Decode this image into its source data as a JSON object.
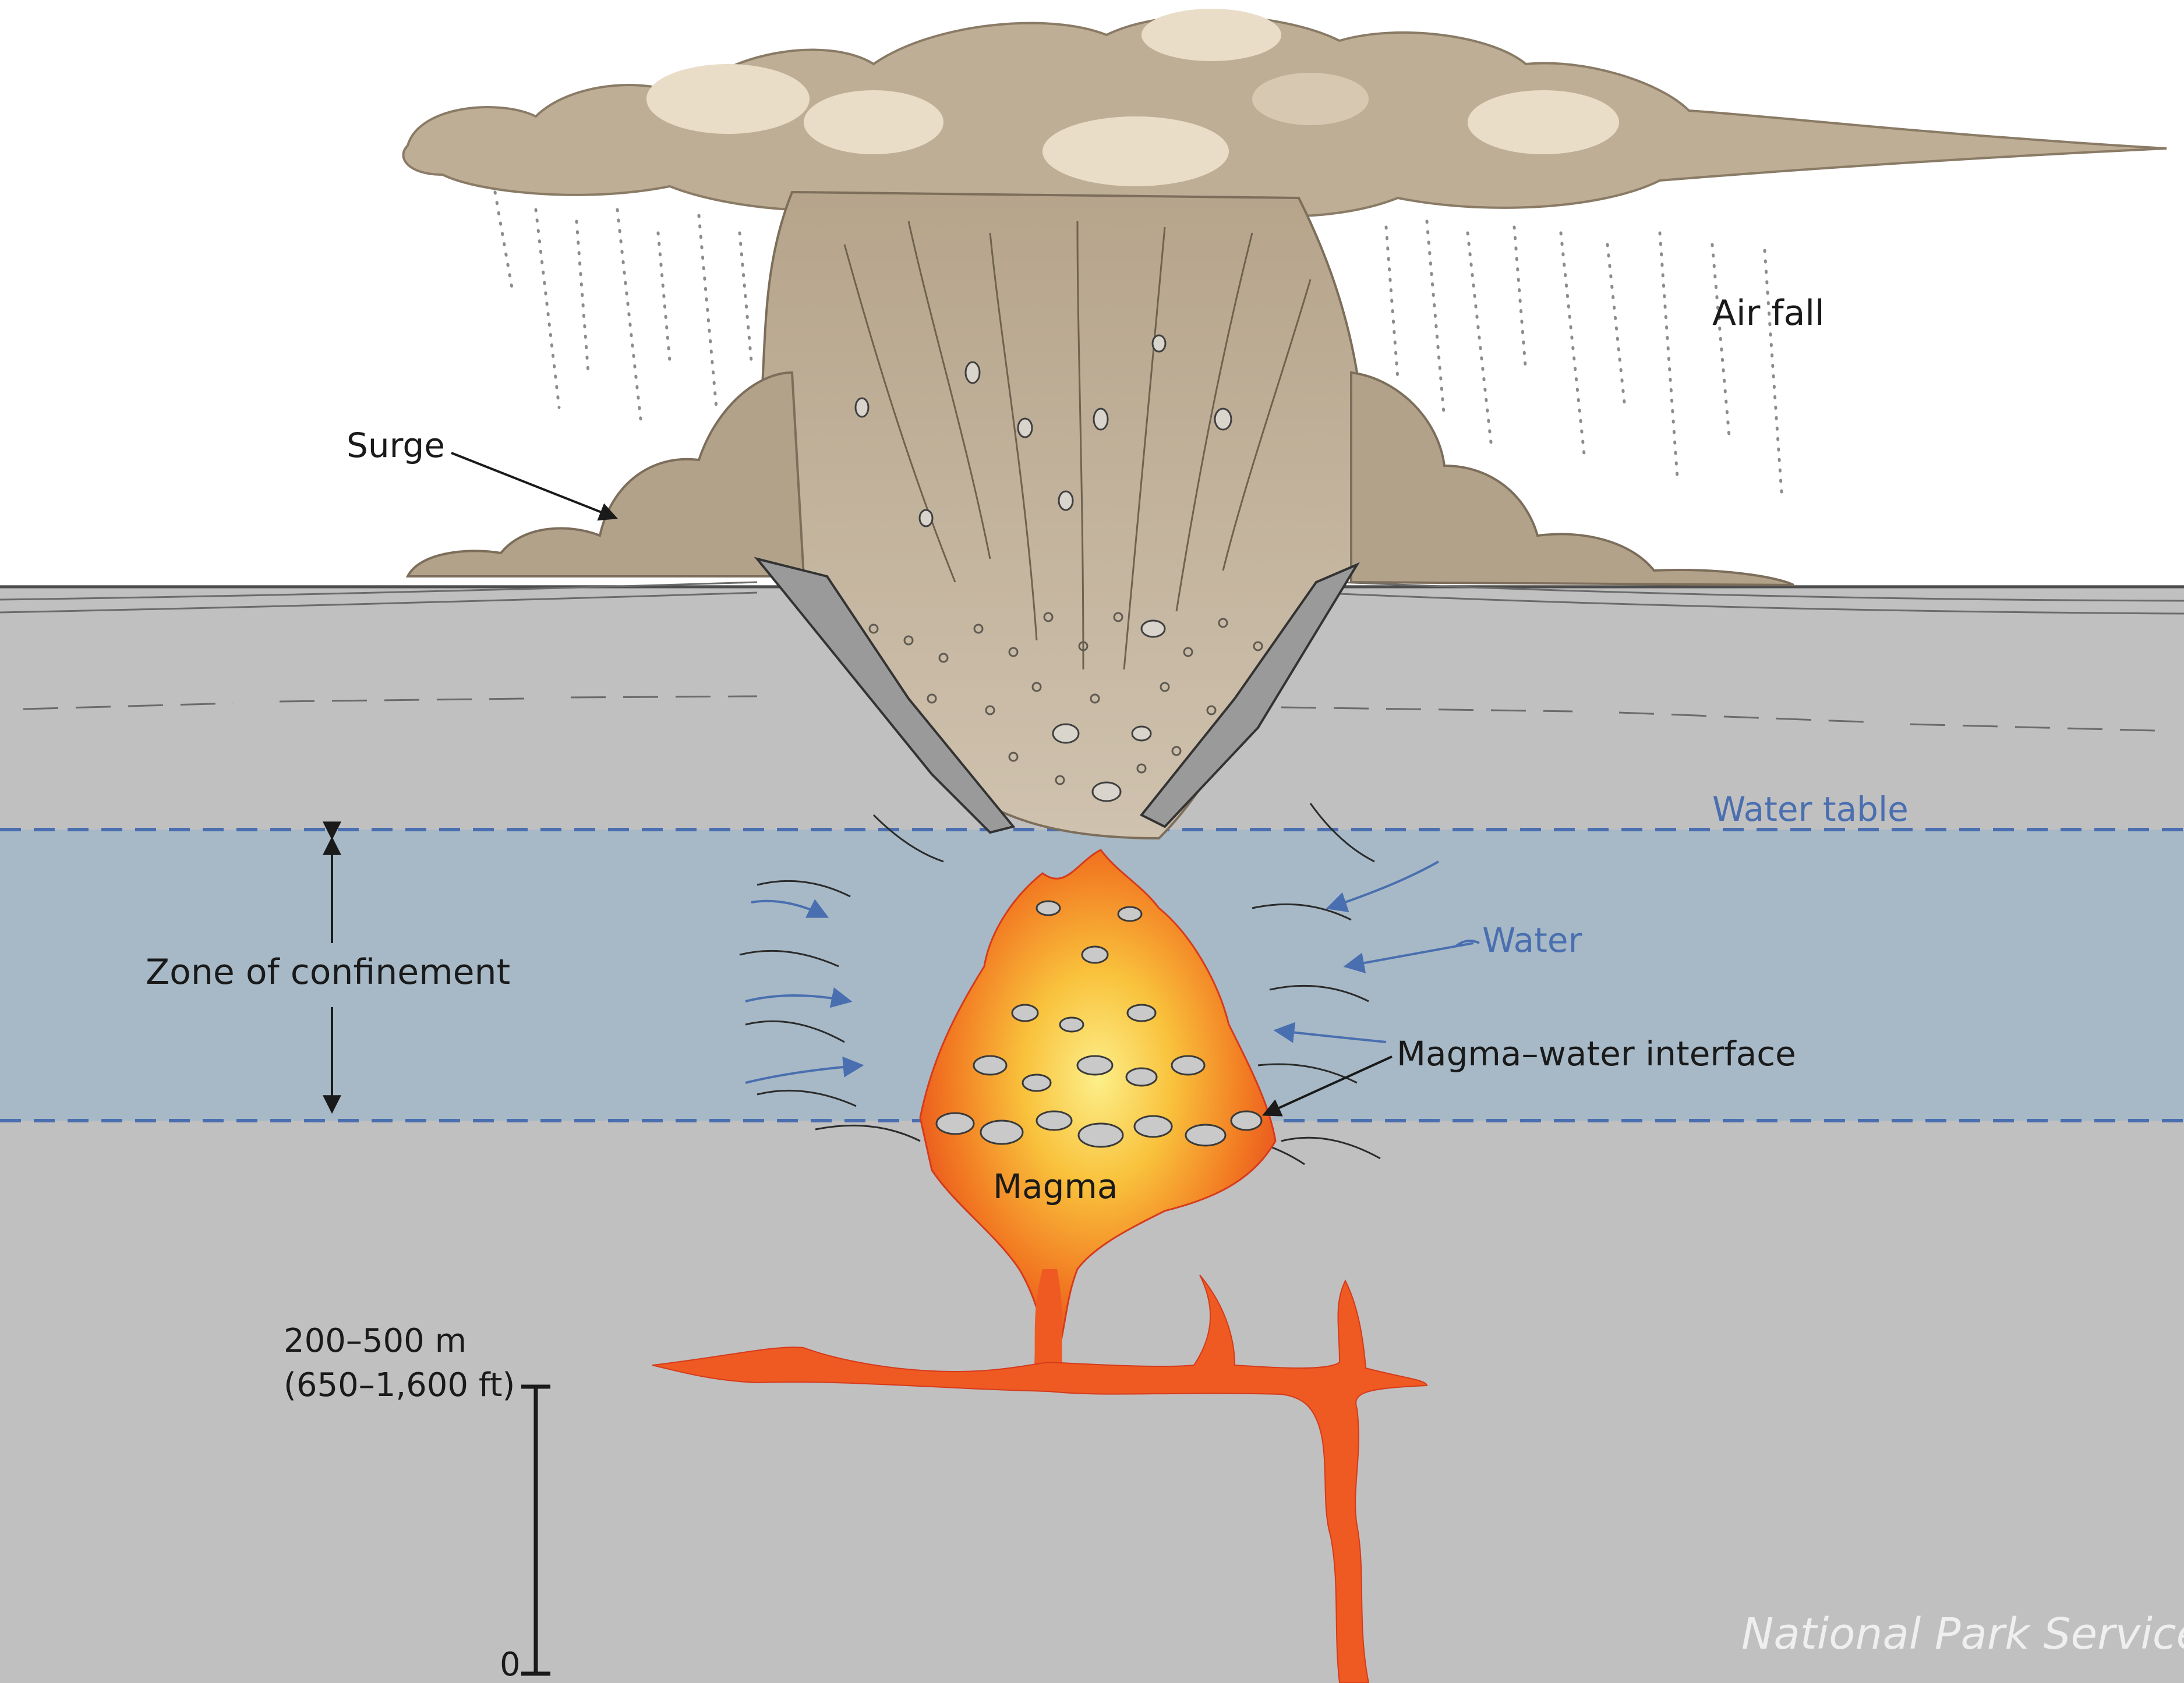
{
  "labels": {
    "air_fall": "Air fall",
    "surge": "Surge",
    "water_table": "Water table",
    "zone_of_confinement": "Zone of confinement",
    "water": "Water",
    "magma_water_interface": "Magma–water interface",
    "magma": "Magma",
    "depth_top_line1": "200–500 m",
    "depth_top_line2": "(650–1,600 ft)",
    "depth_zero": "0",
    "credit": "National Park Service"
  },
  "colors": {
    "ground": "#c0c0c0",
    "aquifer": "#a7b9c6",
    "water_accent": "#4a6fb0",
    "plume": "#c7b9a4",
    "magma_outer": "#e8441f",
    "magma_inner": "#f7b733",
    "magma_core": "#fbe36a"
  }
}
